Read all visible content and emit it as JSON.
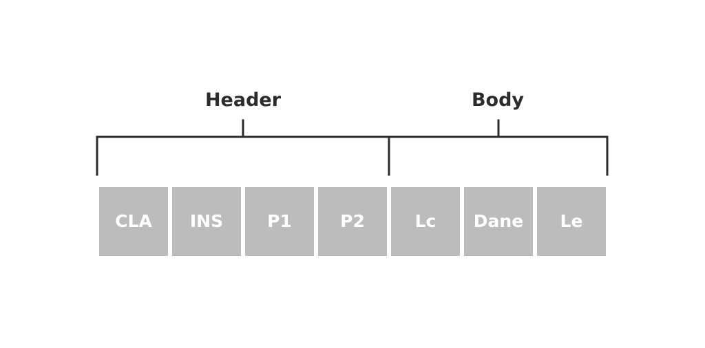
{
  "groups": {
    "header": "Header",
    "body": "Body"
  },
  "fields": [
    "CLA",
    "INS",
    "P1",
    "P2",
    "Lc",
    "Dane",
    "Le"
  ],
  "colors": {
    "field_background": "#bcbcbc",
    "field_text": "#ffffff",
    "bracket": "#2b2b2b",
    "label_text": "#2b2b2b"
  }
}
